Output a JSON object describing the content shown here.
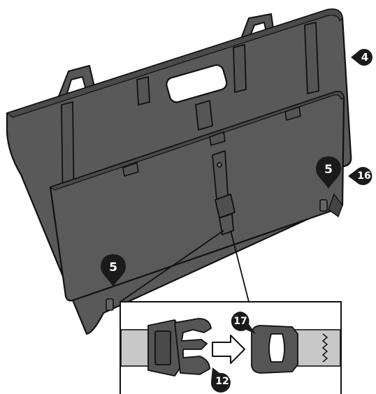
{
  "callouts": {
    "pointer_right_top": "4",
    "pointer_right_mid": "16",
    "pin_right": "5",
    "pin_left": "5",
    "detail_buckle_left": "12",
    "detail_buckle_right": "17"
  },
  "colors": {
    "panel": "#595959",
    "panel_dark": "#4a4a4a",
    "strap": "#565656",
    "outline": "#111111",
    "callout": "#1a1a1a",
    "detail_strap": "#c8c8c8",
    "detail_buckle": "#555555"
  }
}
